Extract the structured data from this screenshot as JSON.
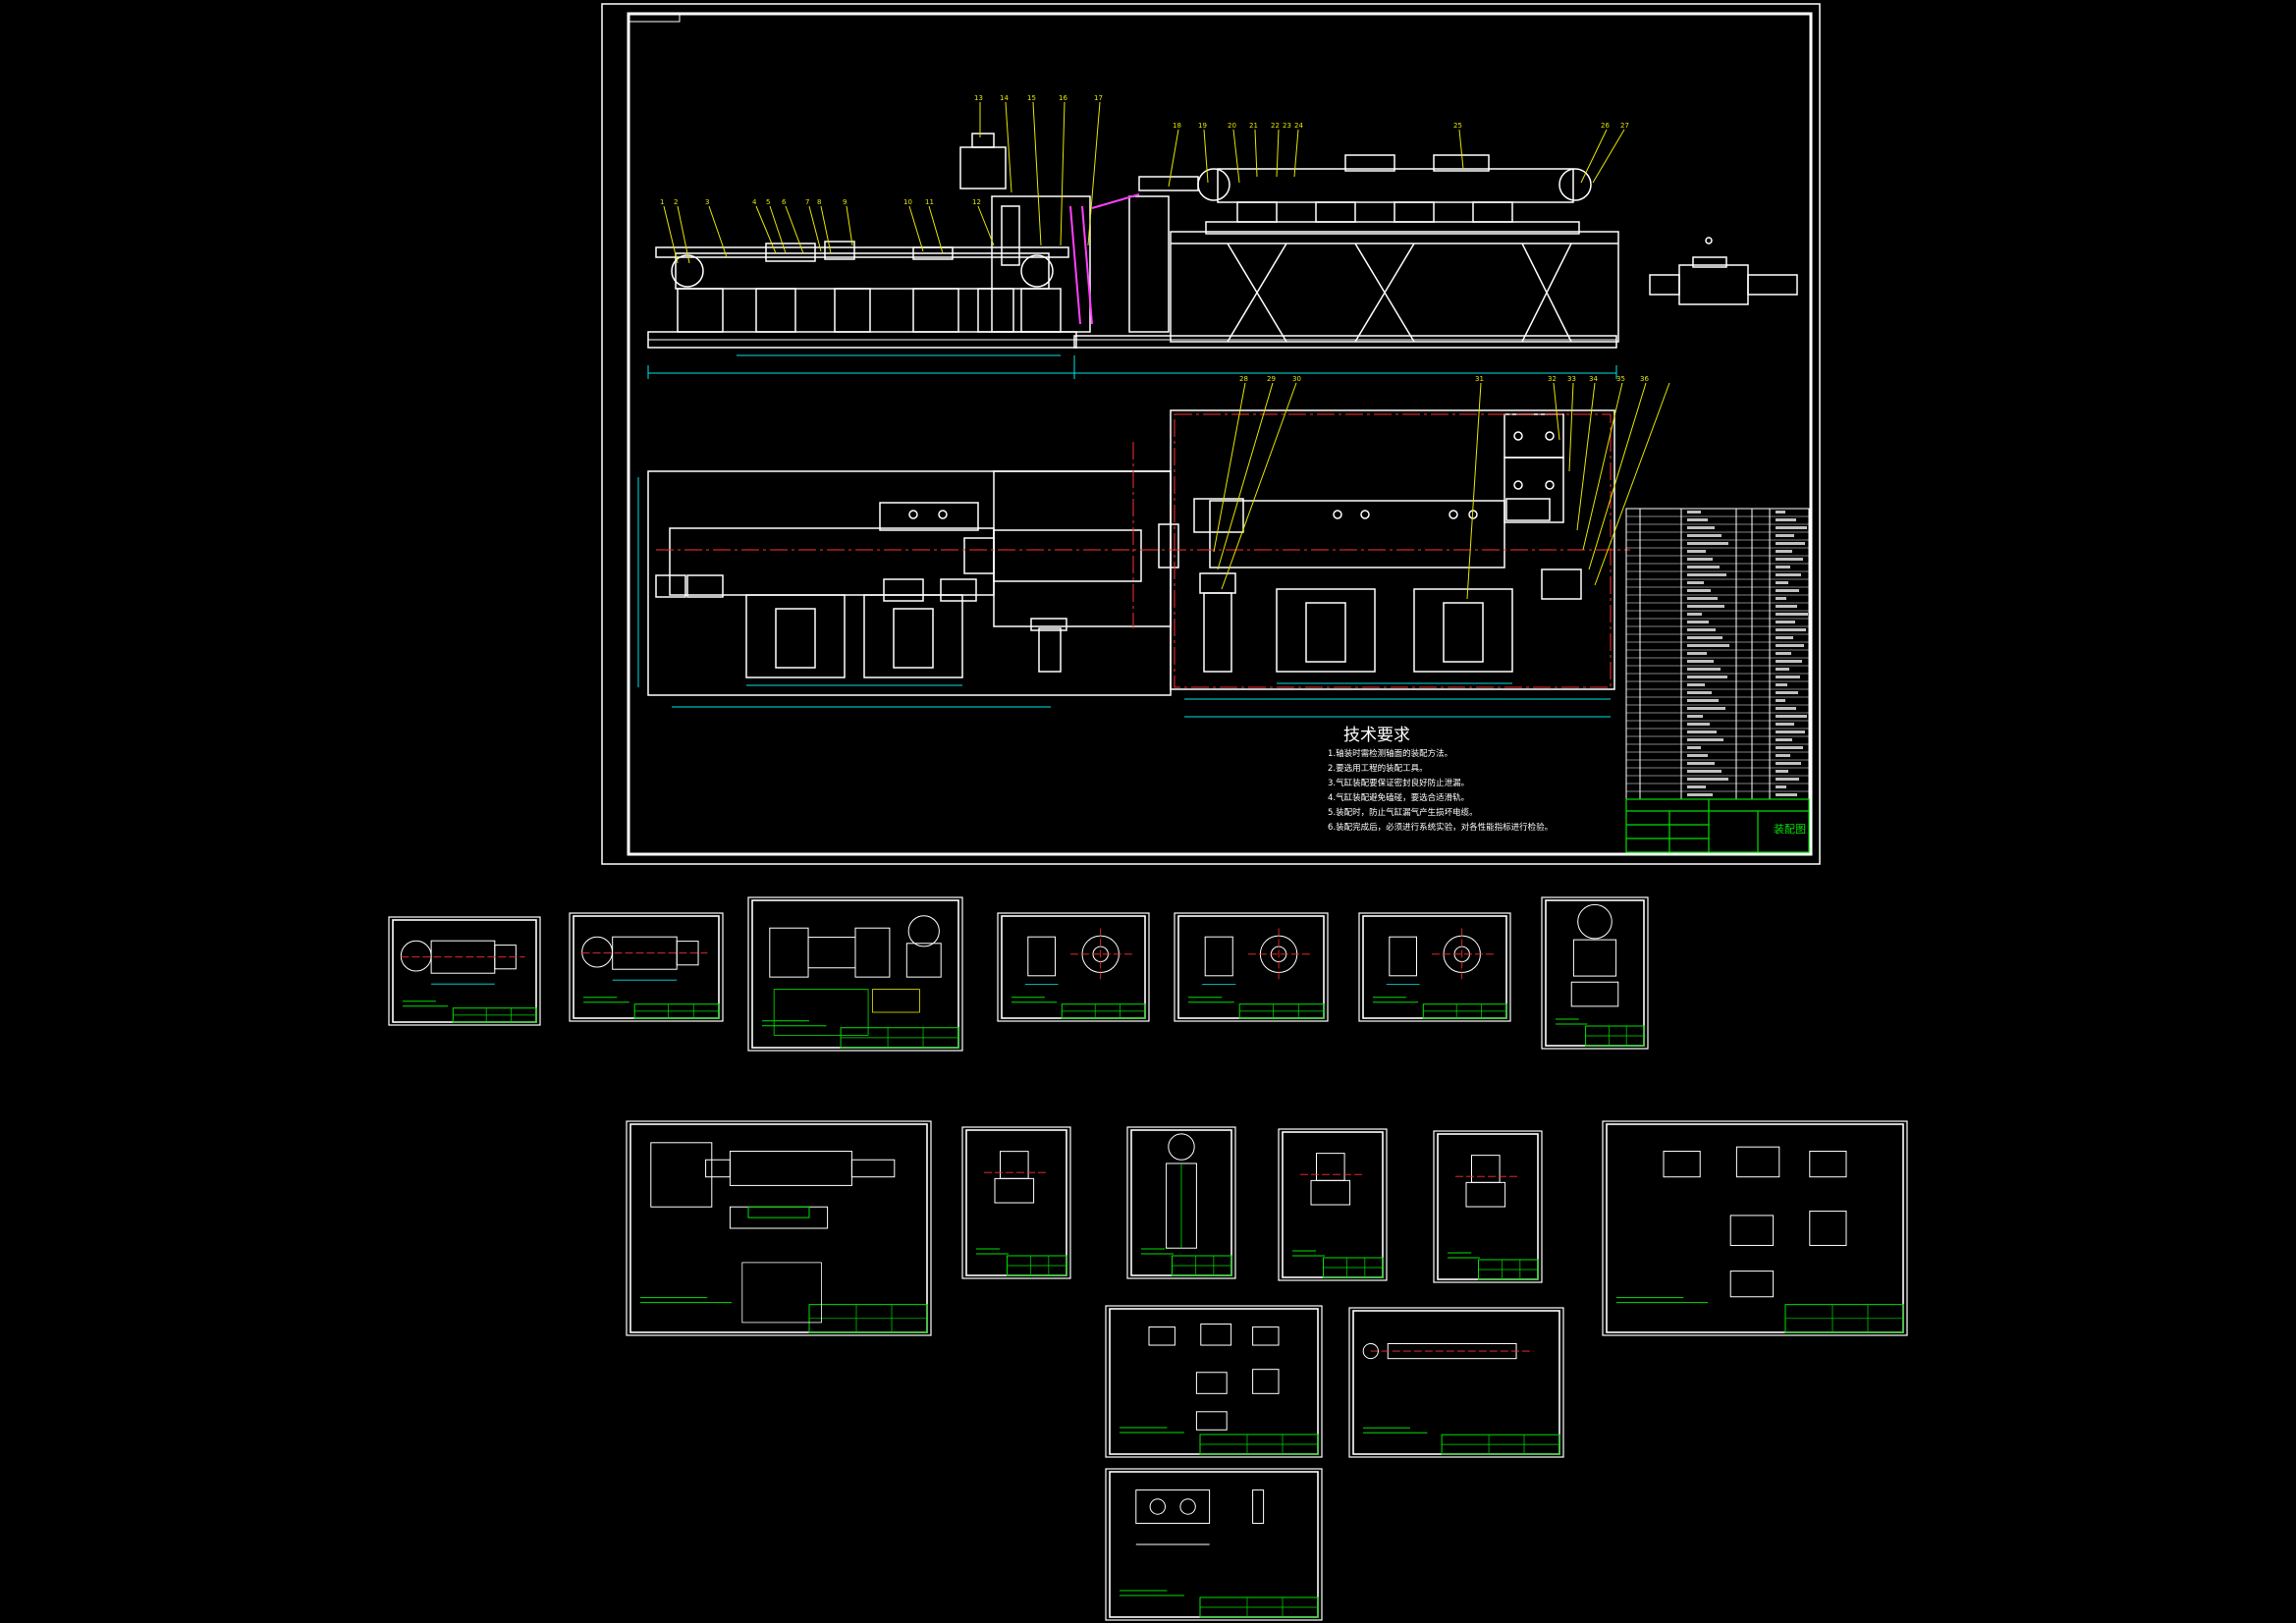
{
  "main_sheet": {
    "tech_req_title": "技术要求",
    "tech_req_items": [
      "1.轴装时需检测轴面的装配方法。",
      "2.要选用工程的装配工具。",
      "3.气缸装配要保证密封良好防止泄漏。",
      "4.气缸装配避免磕碰，要选合适滑轨。",
      "5.装配时，防止气缸漏气产生损坏电缆。",
      "6.装配完成后，必须进行系统实验，对各性能指标进行检验。"
    ],
    "title_block_name": "装配图",
    "part_numbers_top": [
      "1",
      "2",
      "3",
      "4",
      "5",
      "6",
      "7",
      "8",
      "9",
      "10",
      "11",
      "12",
      "13",
      "14",
      "15",
      "16",
      "17",
      "18",
      "19",
      "20",
      "21",
      "22",
      "23",
      "24",
      "25",
      "26",
      "27"
    ],
    "part_numbers_bottom": [
      "28",
      "29",
      "30",
      "31",
      "32",
      "33",
      "34",
      "35",
      "36"
    ]
  },
  "colors": {
    "background": "#000000",
    "outline": "#ffffff",
    "dimension": "#00e5e5",
    "leader": "#e5e500",
    "centerline": "#ff3030",
    "title_block": "#00e000",
    "highlight": "#ff40ff"
  }
}
